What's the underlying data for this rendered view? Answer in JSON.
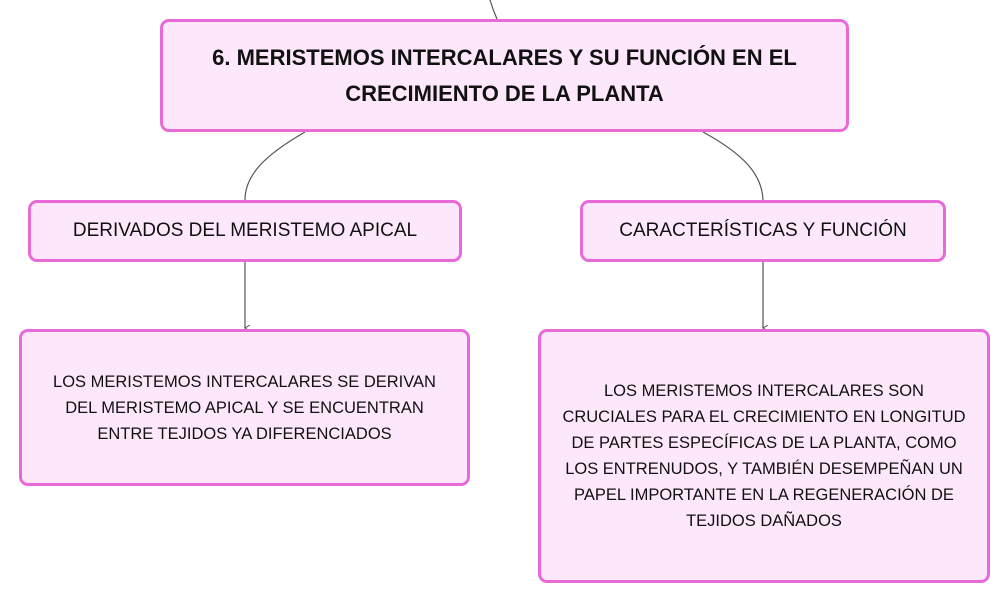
{
  "main_topic": {
    "title": "6. MERISTEMOS INTERCALARES Y SU FUNCIÓN EN EL CRECIMIENTO DE LA PLANTA"
  },
  "branches": [
    {
      "label": "DERIVADOS DEL MERISTEMO APICAL",
      "detail": "LOS MERISTEMOS INTERCALARES SE DERIVAN DEL MERISTEMO APICAL Y SE ENCUENTRAN ENTRE TEJIDOS YA DIFERENCIADOS"
    },
    {
      "label": "CARACTERÍSTICAS Y FUNCIÓN",
      "detail": "LOS MERISTEMOS INTERCALARES SON CRUCIALES PARA EL CRECIMIENTO EN LONGITUD DE PARTES ESPECÍFICAS DE LA PLANTA, COMO LOS ENTRENUDOS, Y TAMBIÉN DESEMPEÑAN UN PAPEL IMPORTANTE EN LA REGENERACIÓN DE TEJIDOS DAÑADOS"
    }
  ],
  "colors": {
    "node_fill": "#fde8fb",
    "node_border": "#e86ad8",
    "connector": "#555555"
  }
}
